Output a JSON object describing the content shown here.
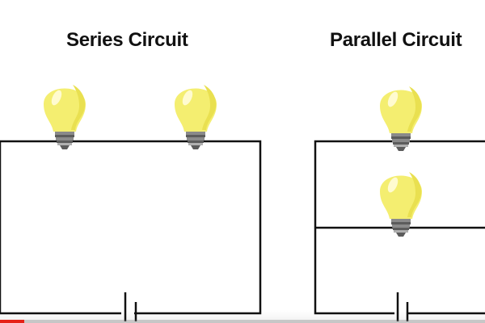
{
  "series": {
    "title": "Series Circuit"
  },
  "parallel": {
    "title": "Parallel Circuit"
  },
  "colors": {
    "wire": "#111111",
    "bulb_glass": "#f4ee70",
    "bulb_glass_shade": "#e9e050",
    "bulb_highlight": "#fffbd0",
    "bulb_base": "#8a8a8a",
    "bulb_base_dark": "#5c5c5c",
    "bulb_base_light": "#b0b0b0",
    "progress": "#e62117"
  },
  "icons": {
    "bulb": "light-bulb-icon",
    "battery": "battery-icon"
  },
  "player": {
    "progress_fraction": 0.05
  }
}
